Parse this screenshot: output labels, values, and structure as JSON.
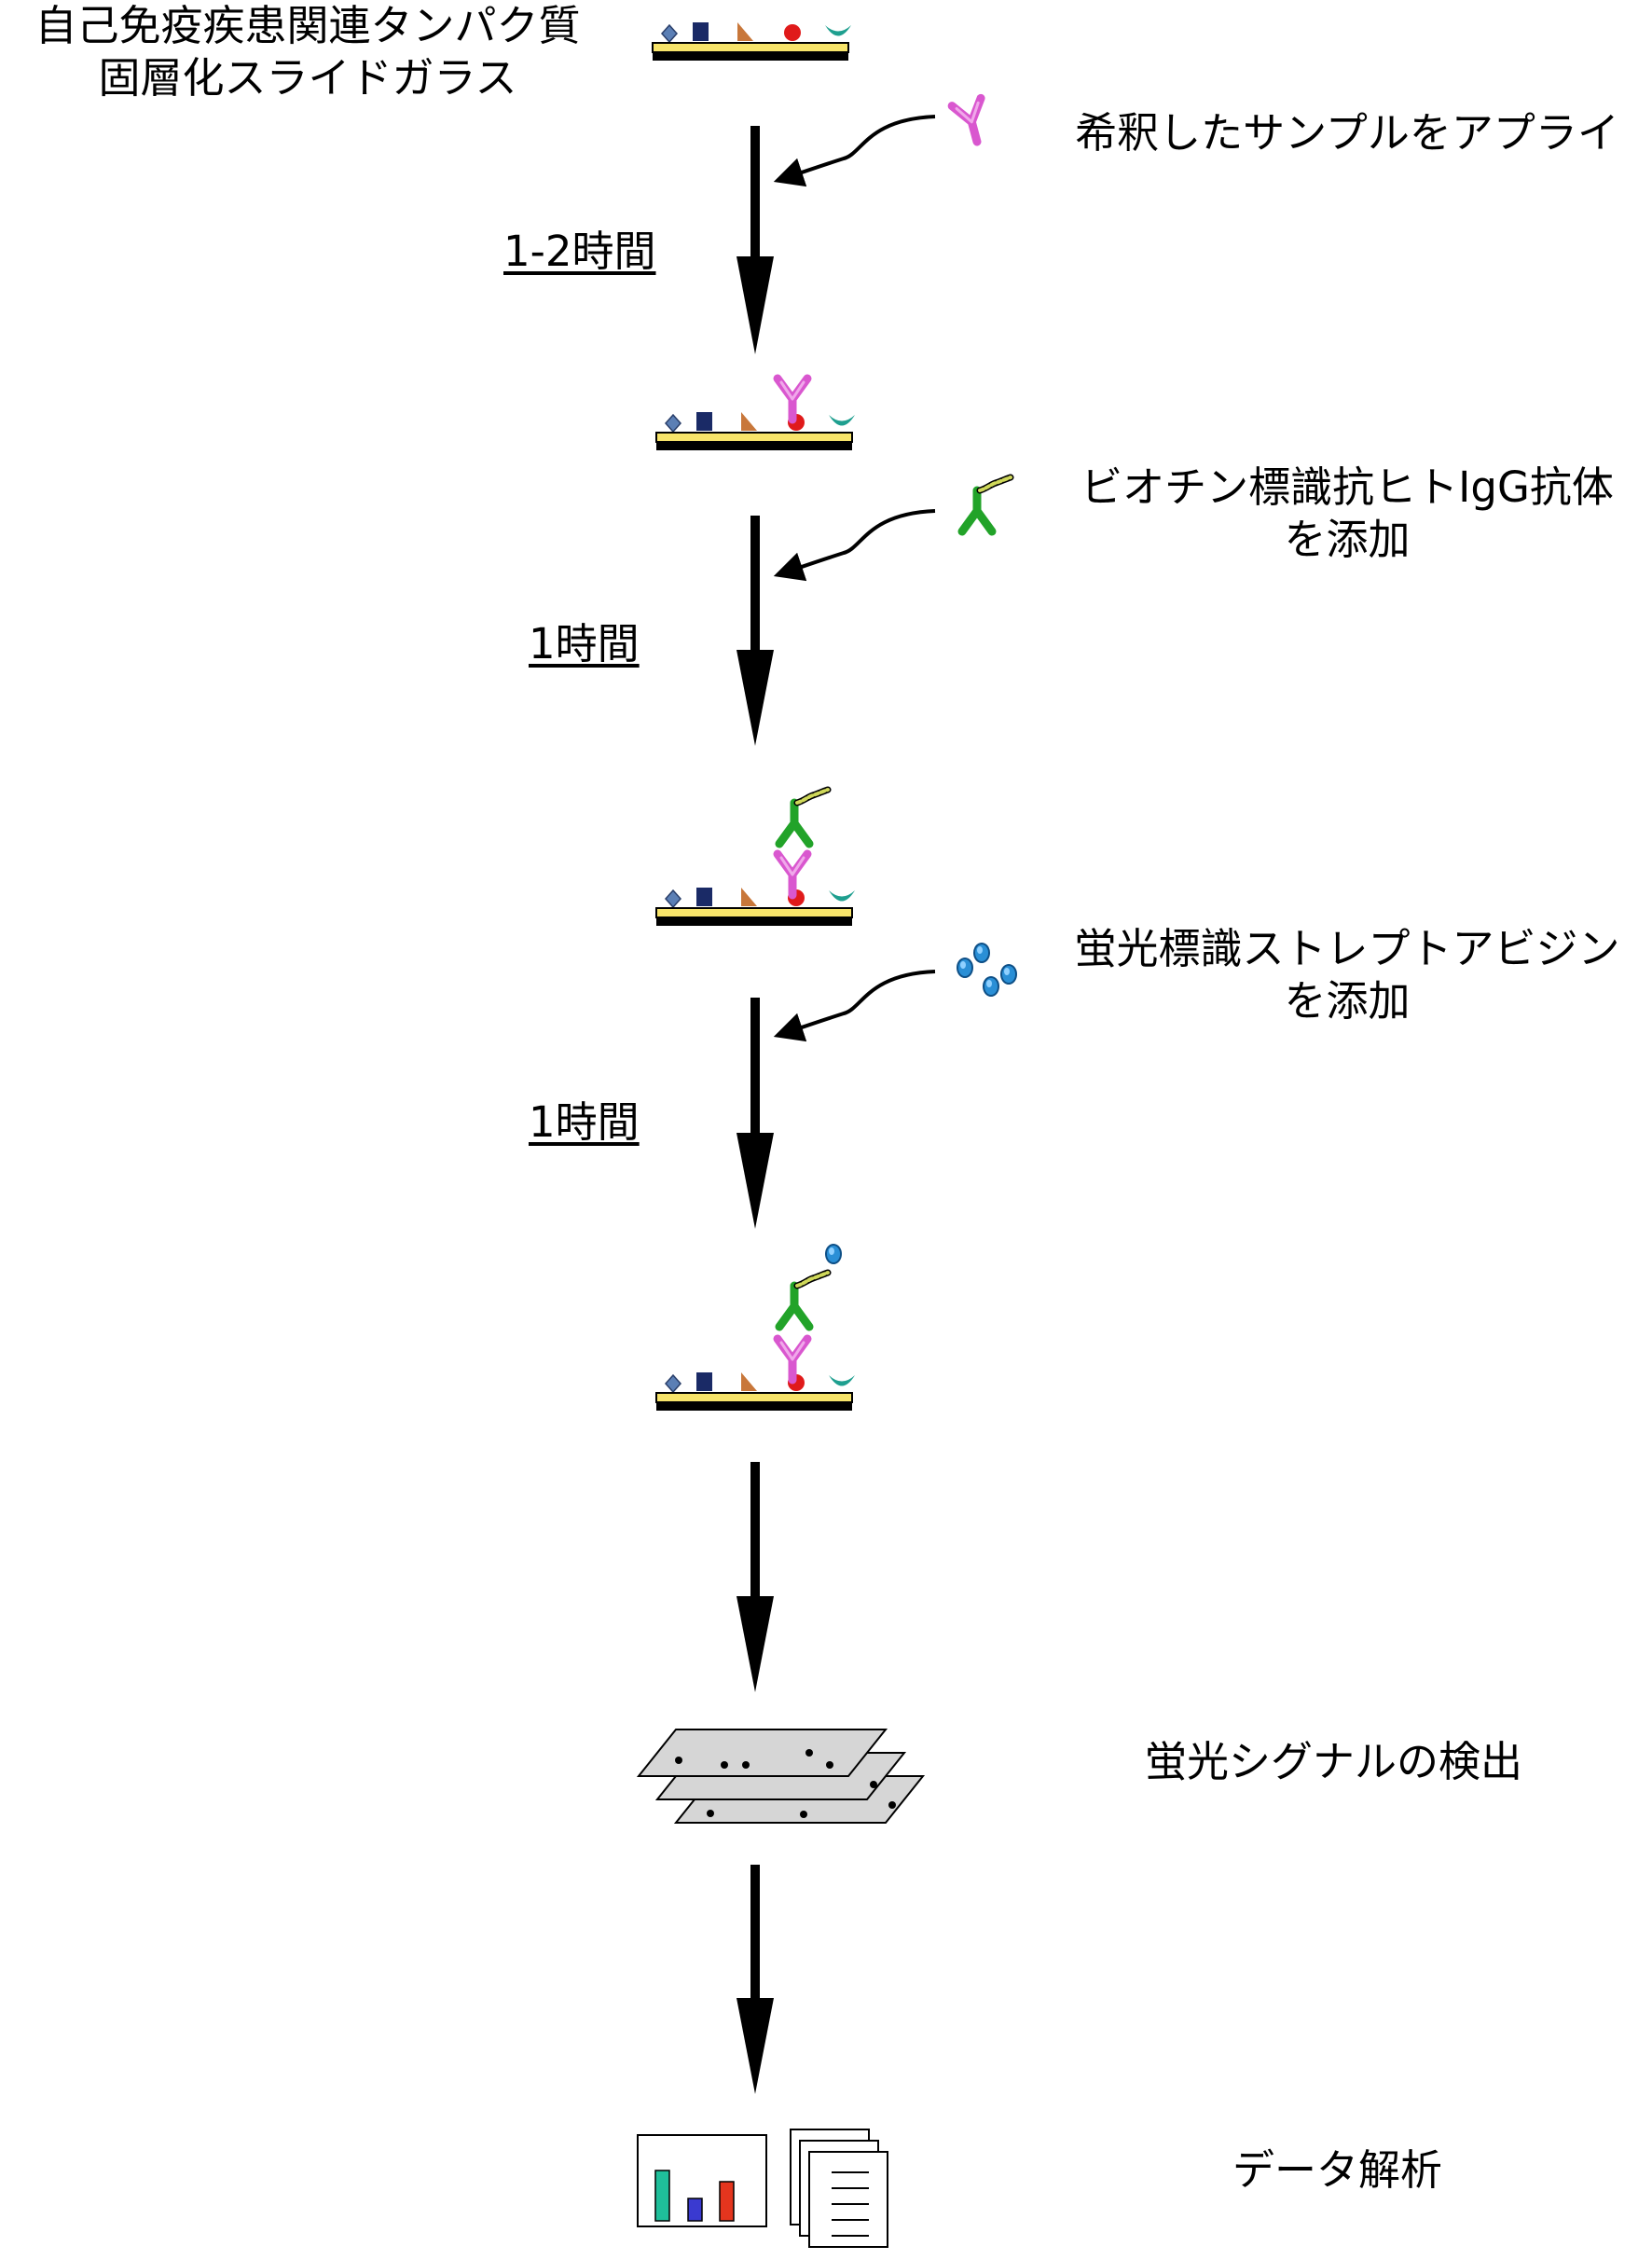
{
  "slide": {
    "title_line1": "自己免疫疾患関連タンパク質",
    "title_line2": "固層化スライドガラス"
  },
  "steps": [
    {
      "label_line1": "希釈したサンプルをアプライ",
      "label_line2": "",
      "duration": "1-2時間"
    },
    {
      "label_line1": "ビオチン標識抗ヒトIgG抗体",
      "label_line2": "を添加",
      "duration": "1時間"
    },
    {
      "label_line1": "蛍光標識ストレプトアビジン",
      "label_line2": "を添加",
      "duration": "1時間"
    }
  ],
  "detection": {
    "label": "蛍光シグナルの検出"
  },
  "analysis": {
    "label": "データ解析"
  },
  "colors": {
    "slide_surface": "#f7e46a",
    "slide_base": "#000000",
    "diamond": "#5b7fb5",
    "square": "#1a2a66",
    "triangle": "#c8773a",
    "dot": "#e01a1a",
    "crescent": "#1e9f8f",
    "sample_antibody": "#d957cf",
    "biotin_antibody": "#22a329",
    "biotin_tag": "#cfd85a",
    "streptavidin": "#2a8fd6",
    "bar1": "#1fbf9a",
    "bar2": "#3a3ad0",
    "bar3": "#e4351e"
  }
}
